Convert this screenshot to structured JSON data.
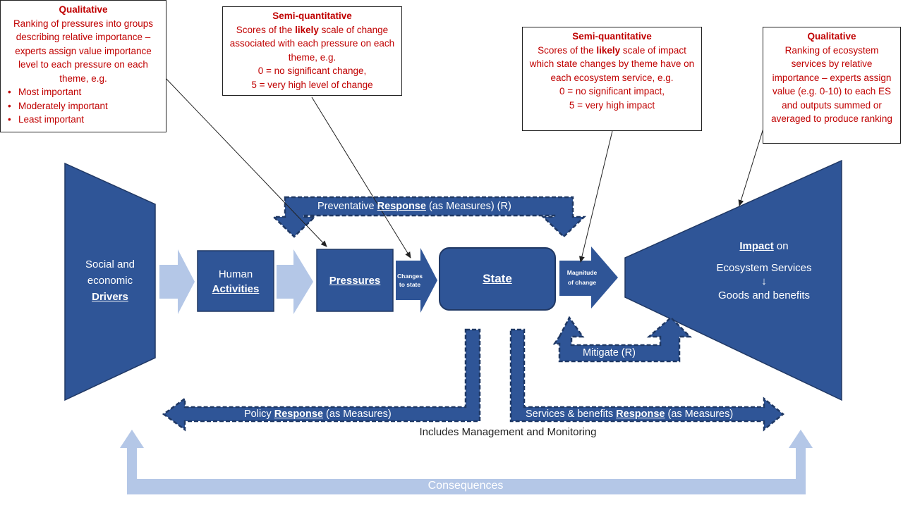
{
  "callouts": {
    "c1": {
      "title": "Qualitative",
      "text": "Ranking of pressures into groups describing relative importance – experts assign value importance level to each pressure on each theme, e.g.",
      "bullets": [
        "Most important",
        "Moderately important",
        "Least important"
      ]
    },
    "c2": {
      "title": "Semi-quantitative",
      "pre": "Scores of the ",
      "bold": "likely",
      "post": " scale of change associated with each pressure on each theme, e.g.",
      "line1": "0 = no significant change,",
      "line2": "5 = very high level of change"
    },
    "c3": {
      "title": "Semi-quantitative",
      "pre": "Scores of the ",
      "bold": "likely",
      "post": " scale of impact which state changes by theme have on each ecosystem service, e.g.",
      "line1": "0 = no significant impact,",
      "line2": "5 = very high impact"
    },
    "c4": {
      "title": "Qualitative",
      "text": "Ranking of ecosystem services by relative importance – experts assign value (e.g. 0-10) to each ES and outputs summed or averaged to produce ranking"
    }
  },
  "nodes": {
    "drivers_l1": "Social and",
    "drivers_l2": "economic",
    "drivers_l3": "Drivers",
    "activities_l1": "Human",
    "activities_l2": "Activities",
    "pressures": "Pressures",
    "changes_l1": "Changes",
    "changes_l2": "to state",
    "state": "State",
    "magnitude_l1": "Magnitude",
    "magnitude_l2": "of change",
    "impact_pre": "Impact",
    "impact_post": " on",
    "ecosystem": "Ecosystem Services",
    "down_arrow": "↓",
    "goods": "Goods and benefits"
  },
  "responses": {
    "preventative_pre": "Preventative ",
    "preventative_bold": "Response",
    "preventative_post": " (as Measures) (R)",
    "mitigate": "Mitigate (R)",
    "policy_pre": "Policy ",
    "policy_bold": "Response",
    "policy_post": " (as Measures)",
    "services_pre": "Services & benefits ",
    "services_bold": "Response",
    "services_post": " (as Measures)",
    "includes": "Includes Management and Monitoring",
    "consequences": "Consequences"
  },
  "colors": {
    "primary": "#2f5597",
    "dark": "#203864",
    "light": "#b4c7e7",
    "callout_text": "#c00000"
  }
}
